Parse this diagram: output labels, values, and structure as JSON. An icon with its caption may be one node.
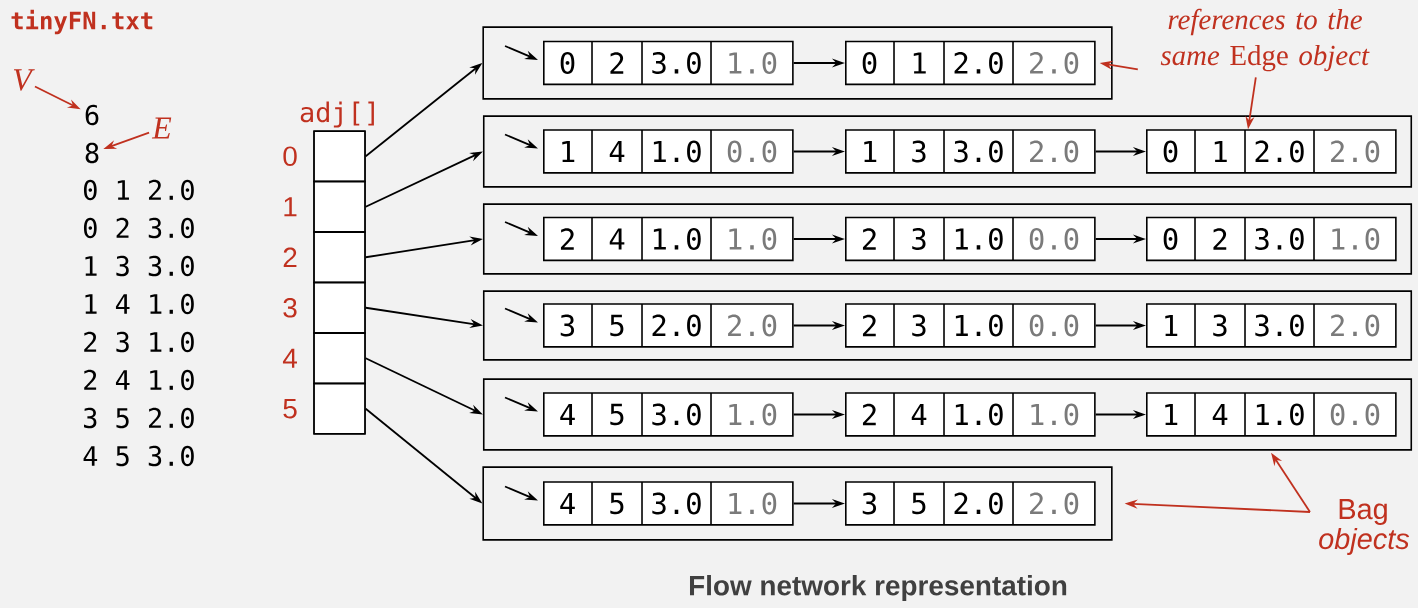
{
  "diagram": {
    "caption": "Flow network representation",
    "nodes": [
      {
        "text": [
          "V"
        ]
      },
      {
        "text": [
          "6"
        ]
      },
      {
        "text": [
          "8"
        ]
      },
      {
        "text": [
          "E"
        ]
      },
      {
        "text": [
          "adj[]"
        ]
      },
      {
        "text": [],
        "shape": "box",
        "in": 4,
        "beside": [
          "0"
        ]
      },
      {
        "text": [],
        "shape": "box",
        "in": 4,
        "beside": [
          "1"
        ]
      },
      {
        "text": [],
        "shape": "box",
        "in": 4,
        "beside": [
          "2"
        ]
      },
      {
        "text": [],
        "shape": "box",
        "in": 4,
        "beside": [
          "3"
        ]
      },
      {
        "text": [],
        "shape": "box",
        "in": 4,
        "beside": [
          "4"
        ]
      },
      {
        "text": [],
        "shape": "box",
        "in": 4,
        "beside": [
          "5"
        ]
      },
      {
        "text": [],
        "shape": "box"
      },
      {
        "text": [
          "0",
          "2",
          "3.0",
          "1.0"
        ],
        "in": 11
      },
      {
        "text": [
          "0",
          "1",
          "2.0",
          "2.0"
        ],
        "in": 11
      },
      {
        "text": [],
        "shape": "box"
      },
      {
        "text": [
          "1",
          "4",
          "1.0",
          "0.0"
        ],
        "in": 14
      },
      {
        "text": [
          "1",
          "3",
          "3.0",
          "2.0"
        ],
        "in": 14
      },
      {
        "text": [
          "0",
          "1",
          "2.0",
          "2.0"
        ],
        "in": 14
      },
      {
        "text": [],
        "shape": "box"
      },
      {
        "text": [
          "2",
          "4",
          "1.0",
          "1.0"
        ],
        "in": 18
      },
      {
        "text": [
          "2",
          "3",
          "1.0",
          "0.0"
        ],
        "in": 18
      },
      {
        "text": [
          "0",
          "2",
          "3.0",
          "1.0"
        ],
        "in": 18
      },
      {
        "text": [],
        "shape": "box"
      },
      {
        "text": [
          "3",
          "5",
          "2.0",
          "2.0"
        ],
        "in": 22
      },
      {
        "text": [
          "2",
          "3",
          "1.0",
          "0.0"
        ],
        "in": 22
      },
      {
        "text": [
          "1",
          "3",
          "3.0",
          "2.0"
        ],
        "in": 22
      },
      {
        "text": [],
        "shape": "box"
      },
      {
        "text": [
          "4",
          "5",
          "3.0",
          "1.0"
        ],
        "in": 26
      },
      {
        "text": [
          "2",
          "4",
          "1.0",
          "1.0"
        ],
        "in": 26
      },
      {
        "text": [
          "1",
          "4",
          "1.0",
          "0.0"
        ],
        "in": 26
      },
      {
        "text": [],
        "shape": "box"
      },
      {
        "text": [
          "4",
          "5",
          "3.0",
          "1.0"
        ],
        "in": 30
      },
      {
        "text": [
          "3",
          "5",
          "2.0",
          "2.0"
        ],
        "in": 30
      },
      {
        "text": [
          "*references to the same* Edge *object*"
        ]
      },
      {
        "text": [
          "Bag *objects*"
        ]
      }
    ],
    "edges": [
      {
        "from": 0,
        "to": 1,
        "arrow": "to",
        "color": "#c0311f"
      },
      {
        "from": 3,
        "to": 2,
        "arrow": "to",
        "color": "#c0311f"
      },
      {
        "from": 5,
        "to": 11,
        "arrow": "to"
      },
      {
        "from": 6,
        "to": 14,
        "arrow": "to"
      },
      {
        "from": 7,
        "to": 18,
        "arrow": "to"
      },
      {
        "from": 8,
        "to": 22,
        "arrow": "to"
      },
      {
        "from": 9,
        "to": 26,
        "arrow": "to"
      },
      {
        "from": 10,
        "to": 30,
        "arrow": "to"
      },
      {
        "from": null,
        "to": 12,
        "arrow": "to"
      },
      {
        "from": 12,
        "to": 13,
        "arrow": "to"
      },
      {
        "from": null,
        "to": 15,
        "arrow": "to"
      },
      {
        "from": 15,
        "to": 16,
        "arrow": "to"
      },
      {
        "from": 16,
        "to": 17,
        "arrow": "to"
      },
      {
        "from": null,
        "to": 19,
        "arrow": "to"
      },
      {
        "from": 19,
        "to": 20,
        "arrow": "to"
      },
      {
        "from": 20,
        "to": 21,
        "arrow": "to"
      },
      {
        "from": null,
        "to": 23,
        "arrow": "to"
      },
      {
        "from": 23,
        "to": 24,
        "arrow": "to"
      },
      {
        "from": 24,
        "to": 25,
        "arrow": "to"
      },
      {
        "from": null,
        "to": 27,
        "arrow": "to"
      },
      {
        "from": 27,
        "to": 28,
        "arrow": "to"
      },
      {
        "from": 28,
        "to": 29,
        "arrow": "to"
      },
      {
        "from": null,
        "to": 31,
        "arrow": "to"
      },
      {
        "from": 31,
        "to": 32,
        "arrow": "to"
      },
      {
        "from": 33,
        "to": 13,
        "arrow": "to",
        "color": "#c0311f"
      },
      {
        "from": 33,
        "to": 17,
        "arrow": "to",
        "color": "#c0311f"
      },
      {
        "from": 34,
        "to": 26,
        "arrow": "to",
        "color": "#c0311f"
      },
      {
        "from": 34,
        "to": 30,
        "arrow": "to",
        "color": "#c0311f"
      }
    ],
    "labels": [
      "tinyFN.txt",
      "0 1 2.0",
      "0 2 3.0",
      "1 3 3.0",
      "1 4 1.0",
      "2 3 1.0",
      "2 4 1.0",
      "3 5 2.0",
      "4 5 3.0"
    ]
  }
}
